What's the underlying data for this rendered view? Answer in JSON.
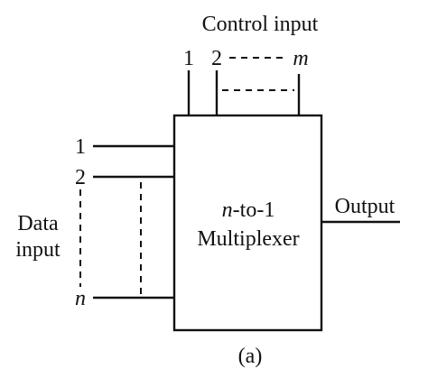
{
  "control": {
    "title": "Control input",
    "pin_1": "1",
    "pin_2": "2",
    "pin_m": "m"
  },
  "data": {
    "title_line1": "Data",
    "title_line2": "input",
    "pin_1": "1",
    "pin_2": "2",
    "pin_n": "n"
  },
  "mux": {
    "line1_italic": "n",
    "line1_rest": "-to-1",
    "line2": "Multiplexer"
  },
  "output": {
    "label": "Output"
  },
  "caption": "(a)"
}
